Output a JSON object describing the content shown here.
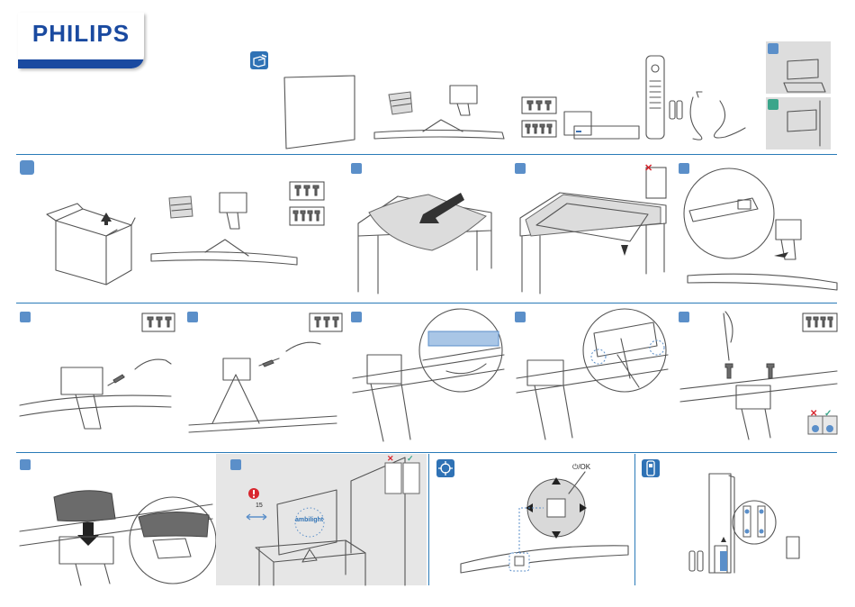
{
  "brand": {
    "name": "PHILIPS",
    "color": "#1a4aa0"
  },
  "accent": "#5b8fc9",
  "divider_color": "#2a7bb8",
  "contents_icon": "box-open-icon",
  "wall_color": "#3ba58a",
  "ok_label": "⏻/OK",
  "ambilight_label": "ambilight",
  "distance_label": "15",
  "status": {
    "wrong_mark": "✕",
    "right_mark": "✓"
  },
  "section_icons": [
    "joystick-icon",
    "remote-icon"
  ]
}
